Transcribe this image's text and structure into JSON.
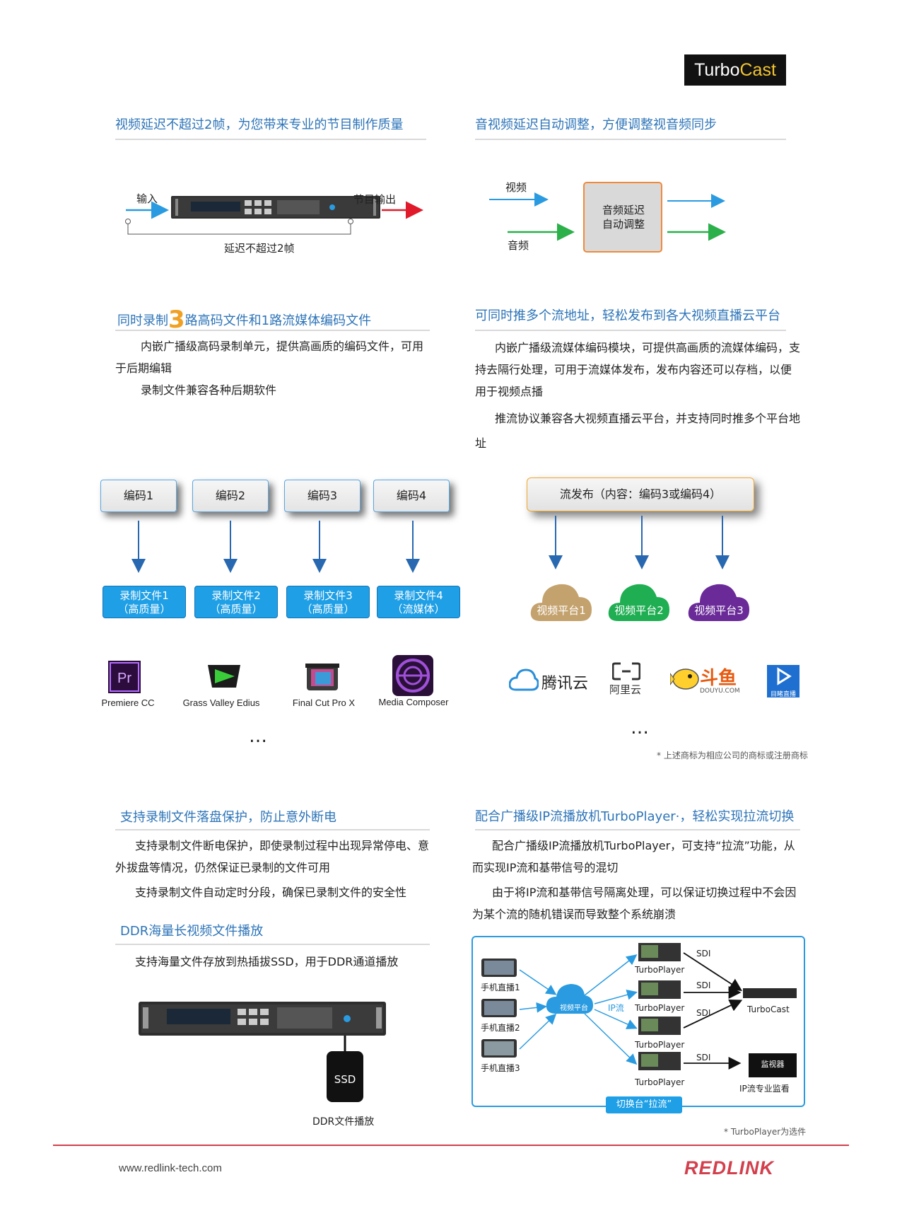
{
  "header": {
    "brand_main": "Turbo",
    "brand_accent": "Cast"
  },
  "section1": {
    "title": "视频延迟不超过2帧，为您带来专业的节目制作质量",
    "input_label": "输入",
    "output_label": "节目输出",
    "delay_label": "延迟不超过2帧"
  },
  "section2": {
    "title": "音视频延迟自动调整，方便调整视音频同步",
    "video_label": "视频",
    "audio_label": "音频",
    "box_line1": "音频延迟",
    "box_line2": "自动调整"
  },
  "section3": {
    "title_pre": "同时录制",
    "title_num": "3",
    "title_post": "路高码文件和1路流媒体编码文件",
    "para1": "内嵌广播级高码录制单元，提供高画质的编码文件，可用于后期编辑",
    "para2": "录制文件兼容各种后期软件",
    "encoders": [
      "编码1",
      "编码2",
      "编码3",
      "编码4"
    ],
    "records": [
      {
        "line1": "录制文件1",
        "line2": "（高质量）"
      },
      {
        "line1": "录制文件2",
        "line2": "（高质量）"
      },
      {
        "line1": "录制文件3",
        "line2": "（高质量）"
      },
      {
        "line1": "录制文件4",
        "line2": "（流媒体）"
      }
    ],
    "apps": [
      "Premiere CC",
      "Grass Valley Edius",
      "Final Cut Pro X",
      "Media Composer"
    ],
    "ellipsis": "…"
  },
  "section4": {
    "title": "可同时推多个流地址，轻松发布到各大视频直播云平台",
    "para1": "内嵌广播级流媒体编码模块，可提供高画质的流媒体编码，支持去隔行处理，可用于流媒体发布，发布内容还可以存档，以便用于视频点播",
    "para2": "推流协议兼容各大视频直播云平台，并支持同时推多个平台地址",
    "publish_box": "流发布（内容：编码3或编码4）",
    "clouds": [
      "视频平台1",
      "视频平台2",
      "视频平台3"
    ],
    "logos": {
      "tencent": "腾讯云",
      "aliyun": "阿里云",
      "douyu": "斗鱼",
      "douyu_sub": "DOUYU.COM",
      "mudu": "目睹直播"
    },
    "ellipsis": "…",
    "trademark_note": "* 上述商标为相应公司的商标或注册商标"
  },
  "section5": {
    "title": "支持录制文件落盘保护，防止意外断电",
    "para1": "支持录制文件断电保护，即使录制过程中出现异常停电、意外拔盘等情况，仍然保证已录制的文件可用",
    "para2": "支持录制文件自动定时分段，确保已录制文件的安全性"
  },
  "section6": {
    "title": "DDR海量长视频文件播放",
    "para1": "支持海量文件存放到热插拔SSD，用于DDR通道播放",
    "ssd_label": "SSD",
    "ddr_label": "DDR文件播放"
  },
  "section7": {
    "title": "配合广播级IP流播放机TurboPlayer·，轻松实现拉流切换",
    "para1": "配合广播级IP流播放机TurboPlayer，可支持“拉流”功能，从而实现IP流和基带信号的混切",
    "para2": "由于将IP流和基带信号隔离处理，可以保证切换过程中不会因为某个流的随机错误而导致整个系统崩溃",
    "phones": [
      "手机直播1",
      "手机直播2",
      "手机直播3"
    ],
    "platform": "视频平台",
    "ip_label": "IP流",
    "player": "TurboPlayer",
    "sdi": "SDI",
    "turbocast": "TurboCast",
    "monitor": "监视器",
    "monitor_caption": "IP流专业监看",
    "switcher": "切换台“拉流”",
    "option_note": "* TurboPlayer为选件"
  },
  "footer": {
    "url": "www.redlink-tech.com",
    "logo": "REDLINK"
  },
  "colors": {
    "accent_blue": "#2d74b8",
    "record_blue": "#1e9fe6",
    "brand_red": "#d2404d",
    "brand_yellow": "#f2c530"
  }
}
